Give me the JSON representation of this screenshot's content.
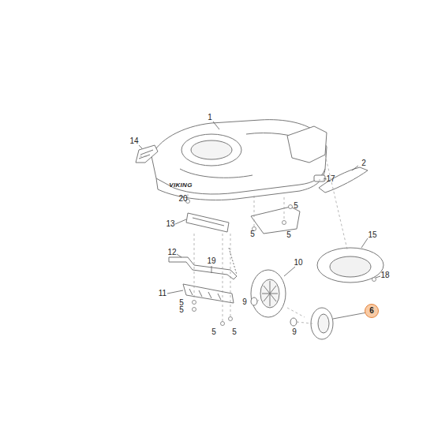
{
  "diagram": {
    "nodes": [
      {
        "text": [
          "6"
        ]
      }
    ],
    "labels": [
      "1",
      "14",
      "2",
      "17",
      "VIKING",
      "20",
      "5",
      "5",
      "5",
      "13",
      "15",
      "12",
      "19",
      "10",
      "18",
      "11",
      "9",
      "5",
      "5",
      "9",
      "5",
      "5"
    ]
  }
}
